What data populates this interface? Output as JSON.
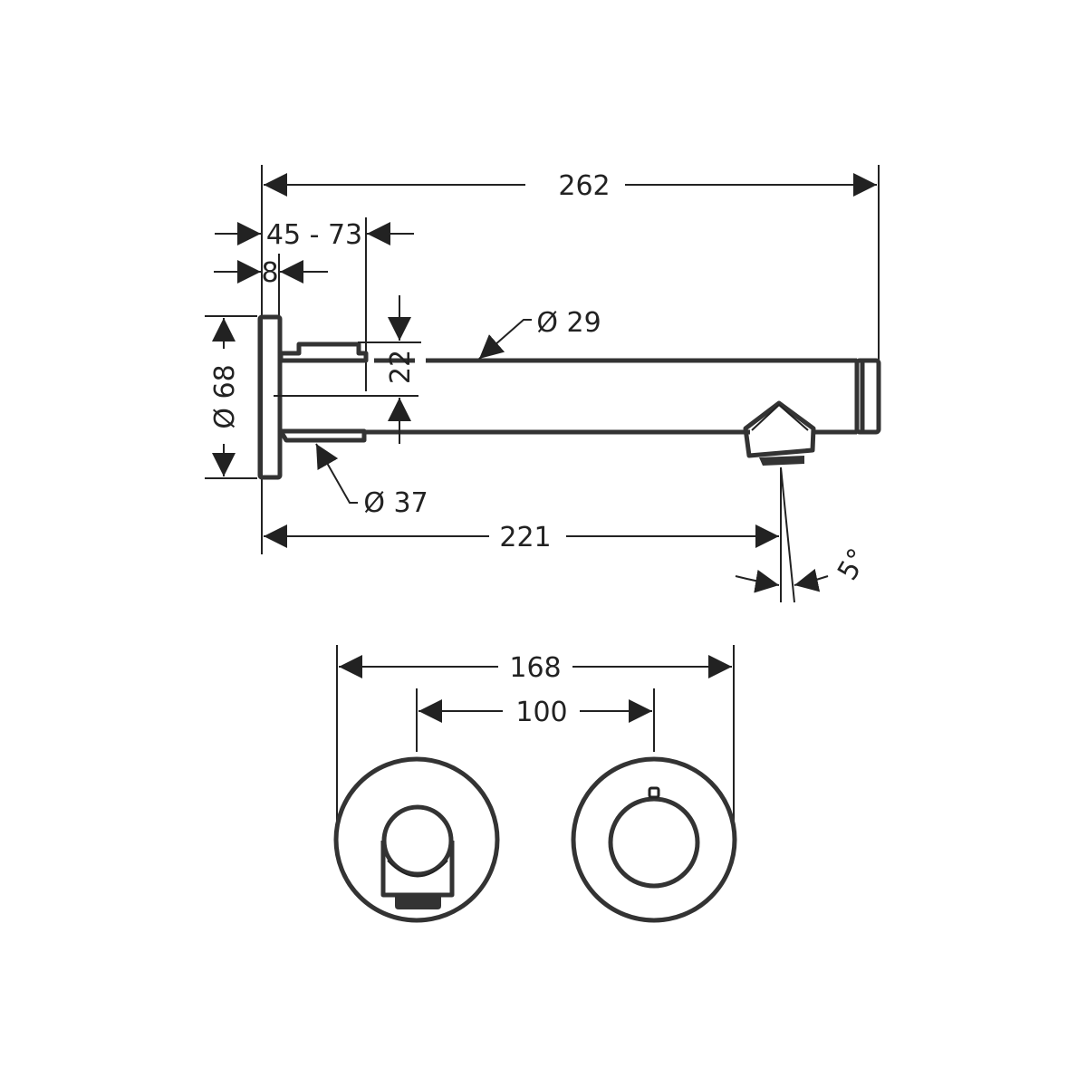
{
  "drawing": {
    "side_view": {
      "overall_length": "262",
      "wall_depth_range": "45 - 73",
      "plate_thickness": "8",
      "plate_diameter": "Ø 68",
      "spout_diameter": "Ø 29",
      "sleeve_diameter": "Ø 37",
      "centre_offset": "22",
      "outlet_projection": "221",
      "outlet_angle": "5°"
    },
    "front_view": {
      "overall_width": "168",
      "centre_distance": "100"
    },
    "colors": {
      "line": "#333333",
      "background": "#ffffff"
    }
  }
}
